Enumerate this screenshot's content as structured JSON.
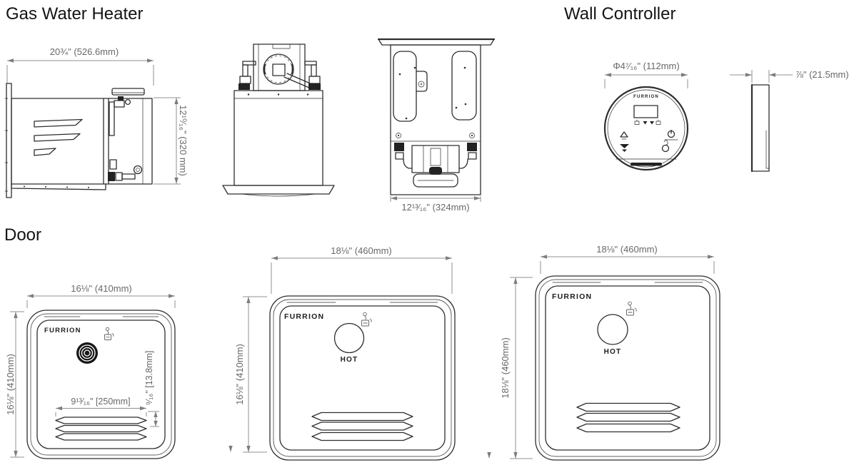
{
  "titles": {
    "heater": "Gas Water Heater",
    "controller": "Wall Controller",
    "door": "Door"
  },
  "heater": {
    "side_width_dim": "20¾\" (526.6mm)",
    "side_height_dim": "12¹⁰⁄₁₆\" (320 mm)",
    "rear_width_dim": "12¹³⁄₁₆\" (324mm)"
  },
  "controller": {
    "brand": "FURRION",
    "diameter_dim": "Φ4⁷⁄₁₆\" (112mm)",
    "depth_dim": "⅞\" (21.5mm)"
  },
  "doors": [
    {
      "brand": "FURRION",
      "width_dim": "16⅛\" (410mm)",
      "height_dim": "16⅛\" (410mm)",
      "louver_width_dim": "9¹³⁄₁₆\" [250mm]",
      "louver_pitch_dim": "⁹⁄₁₆\" [13.8mm]"
    },
    {
      "brand": "FURRION",
      "width_dim": "18⅛\" (460mm)",
      "height_dim": "16⅛\" (410mm)",
      "hot_label": "HOT"
    },
    {
      "brand": "FURRION",
      "width_dim": "18⅛\" (460mm)",
      "height_dim": "18⅛\" (460mm)",
      "hot_label": "HOT"
    }
  ]
}
